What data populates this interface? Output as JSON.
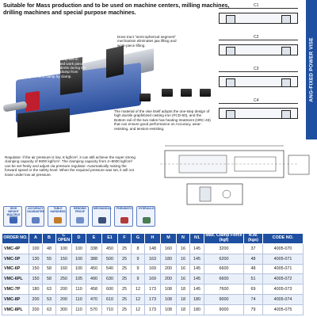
{
  "header": {
    "intro": "Suitable for Mass production and to be used on machine centers, milling machines, drilling machines and special purpose machines."
  },
  "side_tab": {
    "title": "ANG-FIXED POWER VISE"
  },
  "notes": {
    "top": "The greatest safety distance of clamping: The switch speed is only 1.5 seconds, and the safety distance of clamping can be up to 6mm. We design the fixed mixed safety line in addition to prevent the clamped work piece from being damaged by accidents during the supplying safety distance of clamp from exceeding the limit clamp by clamp.",
    "jaw": "Dove tract \"semi-spherical segment\" mechanism eliminates jaw lifting and work-piece lifting.",
    "rail": "The material of the vise itself adopts the one-step design of high ductile graphitized casting iron (FCD-60), and the Bottom rail of the two sides has heating treatment (HRC-45) that can ensure good performance on Accuracy, wear-resisting, and tension-resisting.",
    "regulator": "Regulator: if the air pressure is low, 8 kgf/cm², it can still achieve the super strong clamping capacity of 9000 kgf/cm². The clamping capacity from 2~9000 kgf/cm² can be set freely and adjust via pressure regulator. Automatically raising the forward speed or the safety level. When the required pressure was set, it will not loose under low air pressure."
  },
  "diagrams": [
    {
      "label": "C1"
    },
    {
      "label": "C2"
    },
    {
      "label": "C3"
    },
    {
      "label": "C4"
    }
  ],
  "features": [
    {
      "label": "HIGH WEIGHT MULTIPLE USING",
      "color": "#3d64b4"
    },
    {
      "label": "ACCURACY GUARANTEE",
      "color": "#5e7fc0"
    },
    {
      "label": "TABLE HARDNESS",
      "color": "#c27c2a"
    },
    {
      "label": "BENDING PROOF",
      "color": "#6e8fc9"
    },
    {
      "label": "MECHANICAL",
      "color": "#3a4f7a"
    },
    {
      "label": "PNEUMATIC",
      "color": "#b33a3a"
    },
    {
      "label": "HYDRAULIC",
      "color": "#4a7d55"
    }
  ],
  "table": {
    "headers": [
      "ORDER NO.",
      "A",
      "B",
      "C OPEN",
      "D",
      "E",
      "E1",
      "F",
      "G",
      "H",
      "M",
      "N",
      "N1",
      "Max. Clamp Force (kgf)",
      "N.W. (kgs)",
      "CODE NO."
    ],
    "rows": [
      [
        "VMC-4P",
        "100",
        "48",
        "100",
        "100",
        "338",
        "450",
        "25",
        "8",
        "148",
        "160",
        "16",
        "145",
        "3200",
        "37",
        "4005-070"
      ],
      [
        "VMC-5P",
        "130",
        "55",
        "150",
        "100",
        "388",
        "500",
        "25",
        "9",
        "163",
        "180",
        "16",
        "145",
        "6200",
        "48",
        "4005-071"
      ],
      [
        "VMC-6P",
        "150",
        "58",
        "160",
        "100",
        "450",
        "540",
        "25",
        "9",
        "169",
        "200",
        "16",
        "145",
        "6600",
        "48",
        "4005-071"
      ],
      [
        "VMC-6PL",
        "150",
        "58",
        "250",
        "105",
        "490",
        "630",
        "25",
        "9",
        "169",
        "200",
        "16",
        "145",
        "6600",
        "51",
        "4005-072"
      ],
      [
        "VMC-7P",
        "180",
        "63",
        "200",
        "110",
        "458",
        "600",
        "25",
        "12",
        "173",
        "108",
        "18",
        "145",
        "7600",
        "69",
        "4005-073"
      ],
      [
        "VMC-8P",
        "200",
        "53",
        "200",
        "110",
        "470",
        "610",
        "25",
        "12",
        "173",
        "108",
        "18",
        "180",
        "9000",
        "74",
        "4005-074"
      ],
      [
        "VMC-8PL",
        "200",
        "63",
        "300",
        "110",
        "570",
        "710",
        "25",
        "12",
        "173",
        "108",
        "18",
        "180",
        "9000",
        "79",
        "4005-075"
      ]
    ]
  }
}
